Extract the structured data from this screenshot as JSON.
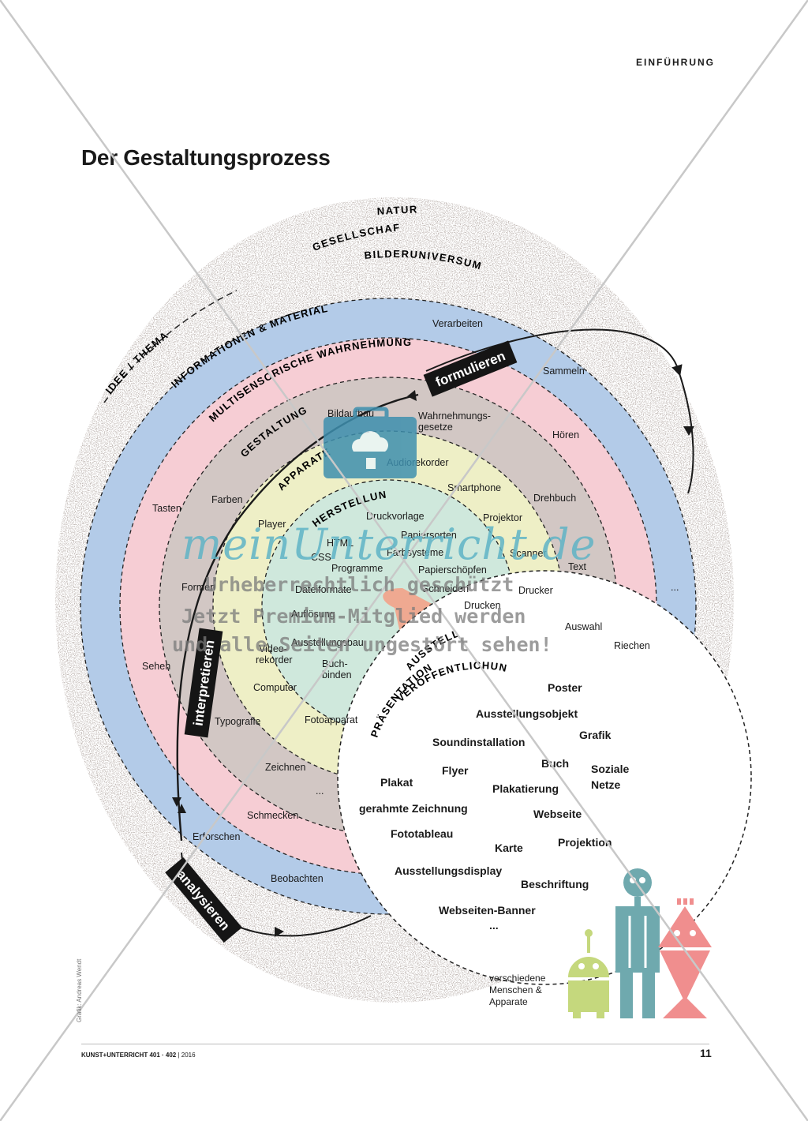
{
  "header": {
    "section": "EINFÜHRUNG",
    "title": "Der Gestaltungsprozess"
  },
  "outer_labels": [
    "NATUR",
    "GESELLSCHAFT",
    "BILDERUNIVERSUM"
  ],
  "rings": {
    "idee": "IDEE / THEMA",
    "informationen": "INFORMATIONEN & MATERIAL",
    "wahrnehmung": "MULTISENSORISCHE WAHRNEHMUNG",
    "gestaltung": "GESTALTUNG",
    "apparate": "APPARATE",
    "herstellung": "HERSTELLUNG",
    "ausstellung": "AUSSTELLUNG",
    "praesentation": "PRÄSENTATION",
    "veroeffentlichung": "VERÖFFENTLICHUNG"
  },
  "process_steps": {
    "formulieren": "formulieren",
    "interpretieren": "interpretieren",
    "analysieren": "analysieren"
  },
  "ring_terms": {
    "information": [
      "Verarbeiten",
      "Sammeln",
      "Drehbuch",
      "Text",
      "...",
      "Riechen",
      "Sehen",
      "Erforschen",
      "Beobachten"
    ],
    "perception": [
      "Hören",
      "Tasten",
      "Formen",
      "Schmecken"
    ],
    "design": [
      "Bildaufbau",
      "Wahrnehmungs-",
      "gesetze",
      "Farben",
      "Auswahl",
      "Typografie",
      "Zeichnen",
      "..."
    ],
    "devices": [
      "Audiorekorder",
      "Smartphone",
      "Projektor",
      "Scanner",
      "Drucker",
      "Player",
      "Video-",
      "rekorder",
      "Computer",
      "Fotoapparat"
    ],
    "production": [
      "Druckvorlage",
      "Papiersorten",
      "HTML",
      "CSS",
      "Farbsysteme",
      "Programme",
      "Papierschöpfen",
      "Dateiformate",
      "Schneiden",
      "Drucken",
      "Auflösung",
      "...",
      "Ausstellungsbau",
      "Buch-",
      "binden"
    ]
  },
  "presentation_items": [
    "Poster",
    "Ausstellungsobjekt",
    "Grafik",
    "Soundinstallation",
    "Buch",
    "Soziale",
    "Netze",
    "Flyer",
    "Plakat",
    "Plakatierung",
    "gerahmte Zeichnung",
    "Webseite",
    "Fototableau",
    "Projektion",
    "Karte",
    "Ausstellungsdisplay",
    "Beschriftung",
    "Webseiten-Banner",
    "..."
  ],
  "robot_caption": [
    "verschiedene",
    "Menschen &",
    "Apparate"
  ],
  "watermark": {
    "logo": "meinUnterricht.de",
    "line1": "Urheberrechtlich geschützt",
    "line2": "Jetzt Premium-Mitglied werden",
    "line3": "und alle Seiten ungestört sehen!"
  },
  "footer": {
    "credit": "Grafik: Andreas Wendt",
    "journal": "KUNST+UNTERRICHT 401 · 402",
    "year": "| 2016",
    "page": "11"
  },
  "colors": {
    "outer_blue": "#b3cbe8",
    "pink": "#f6cdd4",
    "taupe": "#d2c7c4",
    "cream": "#eeefc6",
    "mint": "#cfe8dc",
    "wedge": "#efa991",
    "teal": "#6fa9ae",
    "lime": "#c5d87d",
    "coral": "#f08e8e"
  }
}
